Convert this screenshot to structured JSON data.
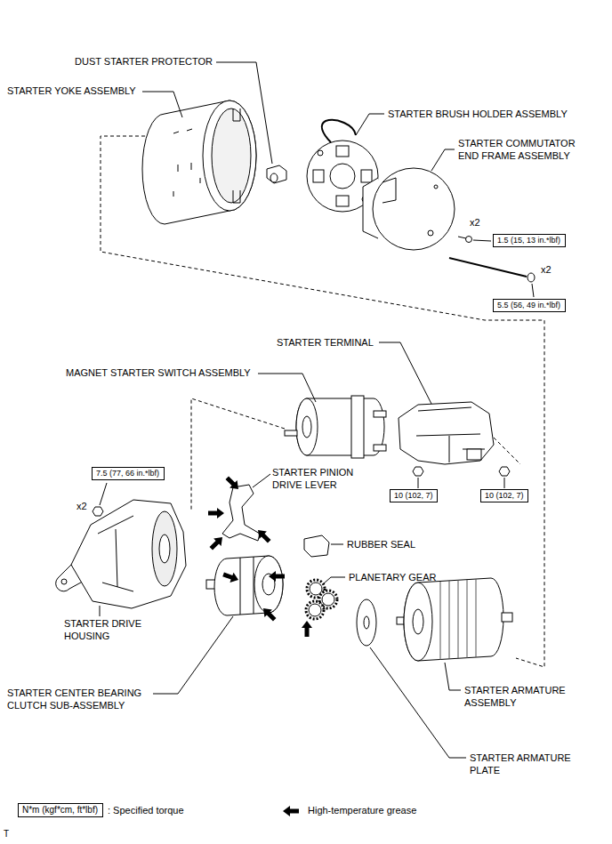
{
  "diagram": {
    "nodes": [
      {
        "text": [
          "1.5 (15, 13 in.*lbf)"
        ]
      },
      {
        "text": [
          "5.5 (56, 49 in.*lbf)"
        ]
      },
      {
        "text": [
          "7.5 (77, 66 in.*lbf)"
        ]
      },
      {
        "text": [
          "10 (102, 7)"
        ]
      },
      {
        "text": [
          "10 (102, 7)"
        ]
      },
      {
        "text": [
          "N*m (kgf*cm, ft*lbf)"
        ]
      }
    ],
    "labels": [
      "DUST STARTER PROTECTOR",
      "STARTER YOKE ASSEMBLY",
      "STARTER BRUSH HOLDER ASSEMBLY",
      "STARTER COMMUTATOR END FRAME ASSEMBLY",
      "x2",
      "x2",
      "STARTER TERMINAL",
      "MAGNET STARTER SWITCH ASSEMBLY",
      "STARTER PINION DRIVE LEVER",
      "x2",
      "RUBBER SEAL",
      "PLANETARY GEAR",
      "STARTER DRIVE HOUSING",
      "STARTER ARMATURE ASSEMBLY",
      "STARTER CENTER BEARING CLUTCH SUB-ASSEMBLY",
      "STARTER ARMATURE PLATE",
      "T"
    ],
    "legend": [
      {
        "text": ": Specified torque"
      },
      {
        "text": "High-temperature grease"
      }
    ]
  }
}
